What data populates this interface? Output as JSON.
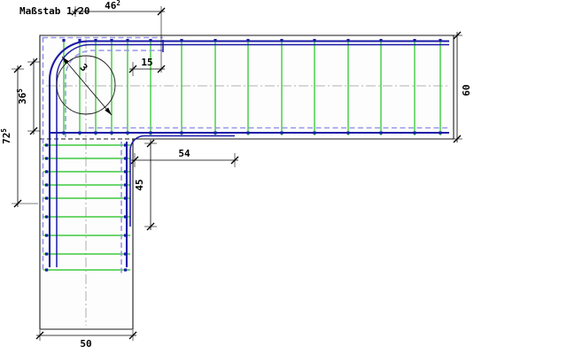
{
  "scale_label": "Maßstab 1:20",
  "colors": {
    "main_bar": "#1a1aa6",
    "secondary_bar": "#9696ec",
    "stirrup": "#3fca3f",
    "outline": "#1a1a1a",
    "centerline": "#9a9a9a",
    "dimension": "#000000",
    "concrete_fill": "#fdfdfd",
    "background": "#ffffff"
  },
  "dimensions": {
    "top_bar_length": {
      "value": "46",
      "sup": "2"
    },
    "slab_height": {
      "value": "60",
      "sup": ""
    },
    "corner_inner": {
      "value": "36",
      "sup": "5"
    },
    "corner_outer": {
      "value": "72",
      "sup": "5"
    },
    "anchorage_top": {
      "value": "15",
      "sup": ""
    },
    "bend_diameter": {
      "value": "3",
      "sup": ""
    },
    "lap_horizontal": {
      "value": "54",
      "sup": ""
    },
    "lap_vertical": {
      "value": "45",
      "sup": ""
    },
    "column_width": {
      "value": "50",
      "sup": ""
    }
  }
}
